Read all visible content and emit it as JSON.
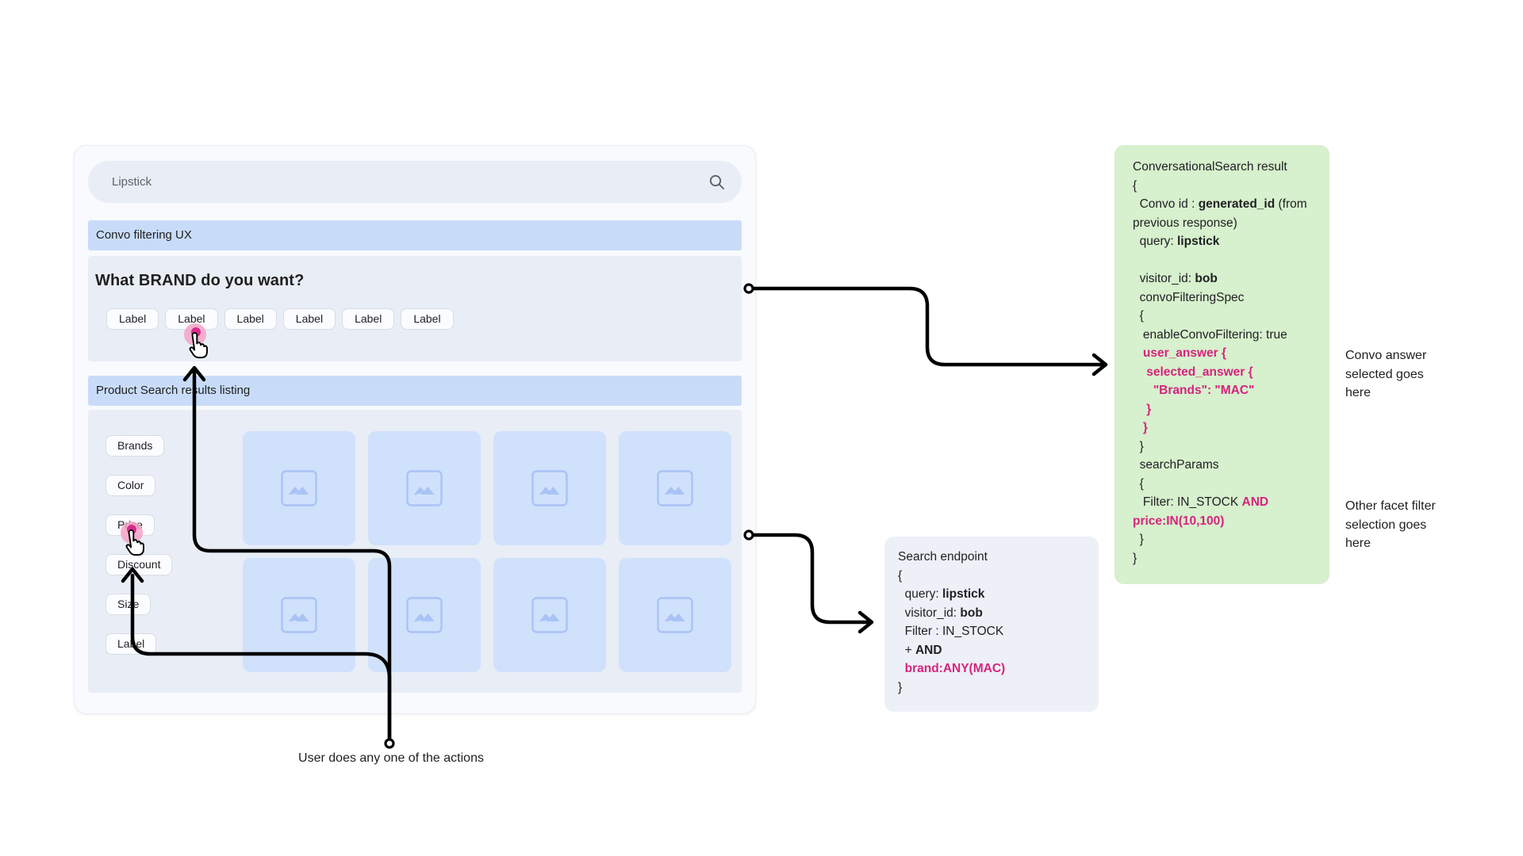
{
  "search": {
    "query": "Lipstick"
  },
  "banners": {
    "convo": "Convo filtering UX",
    "results": "Product Search results listing"
  },
  "convo_section": {
    "question": "What BRAND do you want?",
    "chips": [
      "Label",
      "Label",
      "Label",
      "Label",
      "Label",
      "Label"
    ]
  },
  "facets": [
    "Brands",
    "Color",
    "Price",
    "Discount",
    "Size",
    "Label"
  ],
  "tiles": {
    "count": 8
  },
  "green_box": {
    "title": "ConversationalSearch result",
    "lines": [
      [
        {
          "t": "ConversationalSearch result"
        }
      ],
      [
        {
          "t": "{"
        }
      ],
      [
        {
          "t": "  Convo id : "
        },
        {
          "t": "generated_id",
          "s": "b"
        },
        {
          "t": " (from"
        }
      ],
      [
        {
          "t": "previous response)"
        }
      ],
      [
        {
          "t": "  query: "
        },
        {
          "t": "lipstick",
          "s": "b"
        }
      ],
      [
        {
          "t": ""
        }
      ],
      [
        {
          "t": "  visitor_id: "
        },
        {
          "t": "bob",
          "s": "b"
        }
      ],
      [
        {
          "t": "  convoFilteringSpec"
        }
      ],
      [
        {
          "t": "  {"
        }
      ],
      [
        {
          "t": "   enableConvoFiltering: true"
        }
      ],
      [
        {
          "t": "   user_answer {",
          "s": "pb"
        }
      ],
      [
        {
          "t": "    selected_answer {",
          "s": "pb"
        }
      ],
      [
        {
          "t": "      \"Brands\": \"MAC\"",
          "s": "pb"
        }
      ],
      [
        {
          "t": "    }",
          "s": "pb"
        }
      ],
      [
        {
          "t": "   }",
          "s": "pb"
        }
      ],
      [
        {
          "t": "  }"
        }
      ],
      [
        {
          "t": "  searchParams"
        }
      ],
      [
        {
          "t": "  {"
        }
      ],
      [
        {
          "t": "   Filter: IN_STOCK "
        },
        {
          "t": "AND",
          "s": "pb"
        }
      ],
      [
        {
          "t": "price:IN(10,100)",
          "s": "pb"
        }
      ],
      [
        {
          "t": "  }"
        }
      ],
      [
        {
          "t": "}"
        }
      ]
    ]
  },
  "endpoint_box": {
    "title": "Search endpoint",
    "lines": [
      [
        {
          "t": "Search endpoint"
        }
      ],
      [
        {
          "t": "{"
        }
      ],
      [
        {
          "t": "  query: "
        },
        {
          "t": "lipstick",
          "s": "b"
        }
      ],
      [
        {
          "t": "  visitor_id: "
        },
        {
          "t": "bob",
          "s": "b"
        }
      ],
      [
        {
          "t": "  Filter : IN_STOCK"
        }
      ],
      [
        {
          "t": "  + "
        },
        {
          "t": "AND",
          "s": "b"
        }
      ],
      [
        {
          "t": "  brand:ANY(MAC)",
          "s": "pb"
        }
      ],
      [
        {
          "t": "}"
        }
      ]
    ]
  },
  "annotations": {
    "convo": "Convo answer\nselected goes\nhere",
    "facet": "Other facet filter\nselection goes\nhere"
  },
  "footer": {
    "caption": "User does any one of the actions"
  },
  "colors": {
    "banner": "#c8dcf9",
    "section": "#e8edf6",
    "tile": "#d0e1fc",
    "tileicon": "#a9c3f5",
    "card": "#f8fafd",
    "searchbar": "#e9edf6",
    "chipbg": "#fbfcff",
    "chipborder": "#d9dde4",
    "green": "#d7f0cd",
    "gray": "#edf0f7",
    "pink": "#d6247e",
    "ring": "#f4a2c6",
    "dot": "#d62c8c"
  }
}
